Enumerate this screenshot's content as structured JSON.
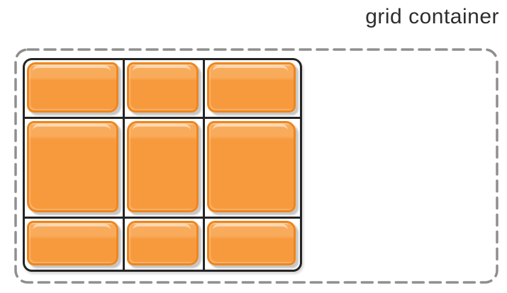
{
  "label": {
    "text": "grid container"
  },
  "grid": {
    "columns": 3,
    "rows": 3,
    "item_count": 9
  },
  "colors": {
    "canvas_bg": "#ffffff",
    "label_text": "#2e2e2e",
    "container_dash": "#8f8f8f",
    "grid_line": "#242424",
    "tile_fill": "#f79a3e",
    "tile_highlight": "#f9ab5c",
    "tile_gloss": "#fdd3a0",
    "tile_border": "#ee861d",
    "tile_shadow": "#c6c6c6"
  }
}
